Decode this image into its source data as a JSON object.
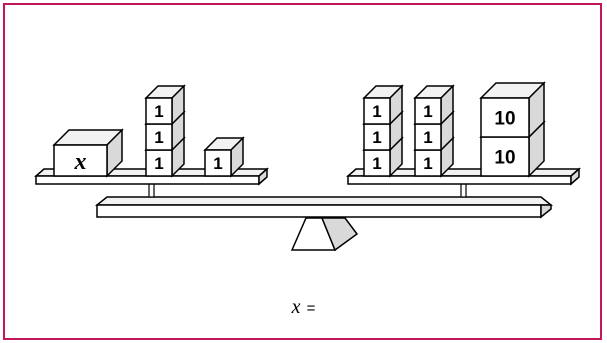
{
  "left_pan": {
    "unknown_label": "x",
    "unit_label": "1",
    "stack_count": 3,
    "loose_unit_count": 1
  },
  "right_pan": {
    "unit_label": "1",
    "ten_label": "10",
    "unit_stacks": [
      3,
      3
    ],
    "ten_count": 2
  },
  "answer": {
    "variable": "x",
    "equals": "="
  },
  "colors": {
    "frame": "#c2185b",
    "face": "#ffffff",
    "side": "#d9d9d9",
    "top": "#f2f2f2",
    "stroke": "#000000"
  }
}
